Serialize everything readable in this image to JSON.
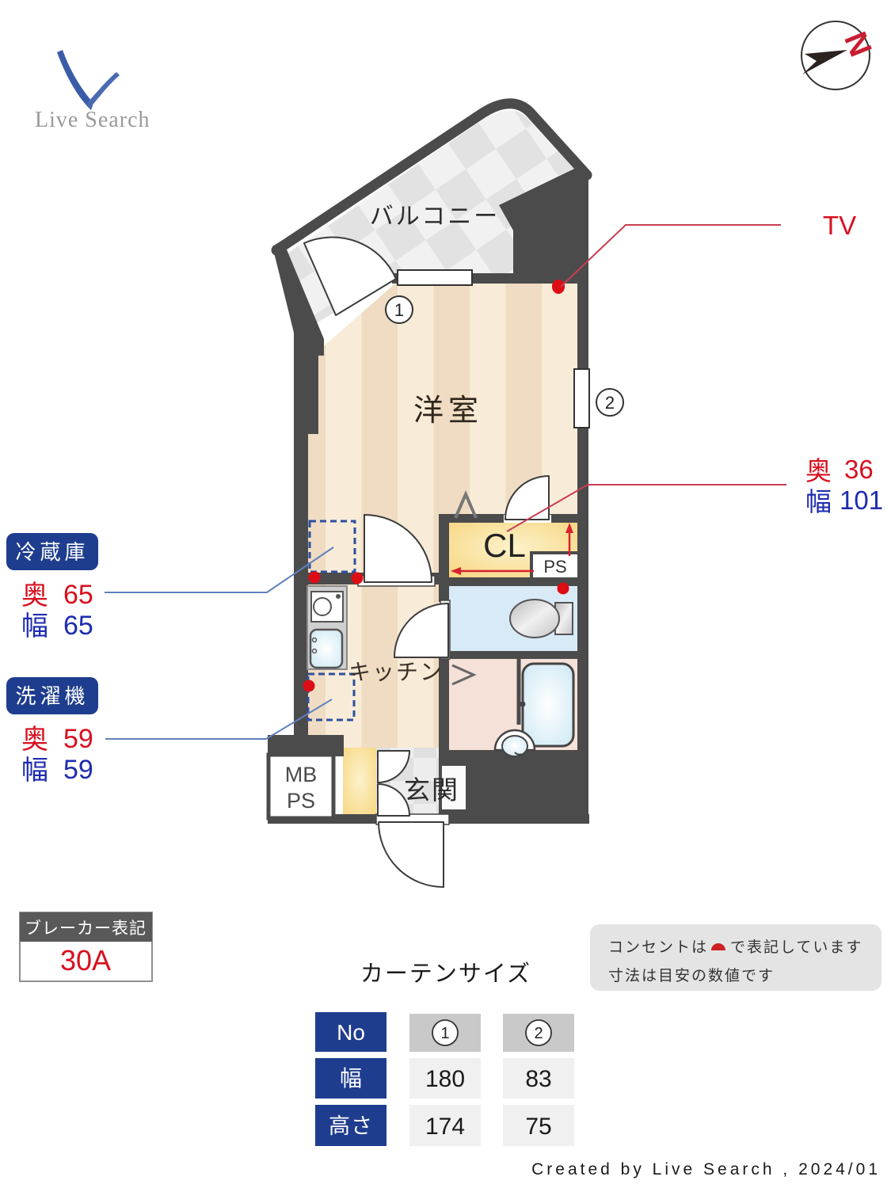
{
  "logo": {
    "text": "Live Search"
  },
  "compass": {
    "letter": "N"
  },
  "plan": {
    "rooms": {
      "balcony": "バルコニー",
      "living": "洋室",
      "kitchen": "キッチン",
      "closet": "CL",
      "pipe_space": "PS",
      "entrance": "玄関",
      "meter_box_line1": "MB",
      "meter_box_line2": "PS"
    },
    "window_markers": {
      "w1": "1",
      "w2": "2"
    },
    "annotations": {
      "tv": {
        "label": "TV"
      },
      "closet_dim": {
        "depth_label": "奥",
        "depth_value": "36",
        "width_label": "幅",
        "width_value": "101"
      },
      "fridge": {
        "title": "冷蔵庫",
        "depth_label": "奥",
        "depth_value": "65",
        "width_label": "幅",
        "width_value": "65"
      },
      "washer": {
        "title": "洗濯機",
        "depth_label": "奥",
        "depth_value": "59",
        "width_label": "幅",
        "width_value": "59"
      }
    }
  },
  "breaker": {
    "title": "ブレーカー表記",
    "value": "30A"
  },
  "notes": {
    "line1_before": "コンセントは",
    "line1_after": "で表記しています",
    "line2": "寸法は目安の数値です"
  },
  "curtain_table": {
    "title": "カーテンサイズ",
    "row_no": "No",
    "row_width": "幅",
    "row_height": "高さ",
    "col1": "1",
    "col2": "2",
    "width_values": [
      "180",
      "83"
    ],
    "height_values": [
      "174",
      "75"
    ]
  },
  "footer": {
    "credit": "Created by Live Search , 2024/01"
  },
  "colors": {
    "wall": "#4b4b4b",
    "accent_blue": "#1e3d8e",
    "dim_red": "#d8101f",
    "dim_blue": "#1e2bb0",
    "outlet_red": "#dd0d15",
    "floor_light": "#f8ebd7",
    "floor_dark": "#efdcc2",
    "toilet_floor": "#d8eaf6",
    "bath_floor": "#f5e1d8",
    "closet_yellow": "#f6d378"
  }
}
